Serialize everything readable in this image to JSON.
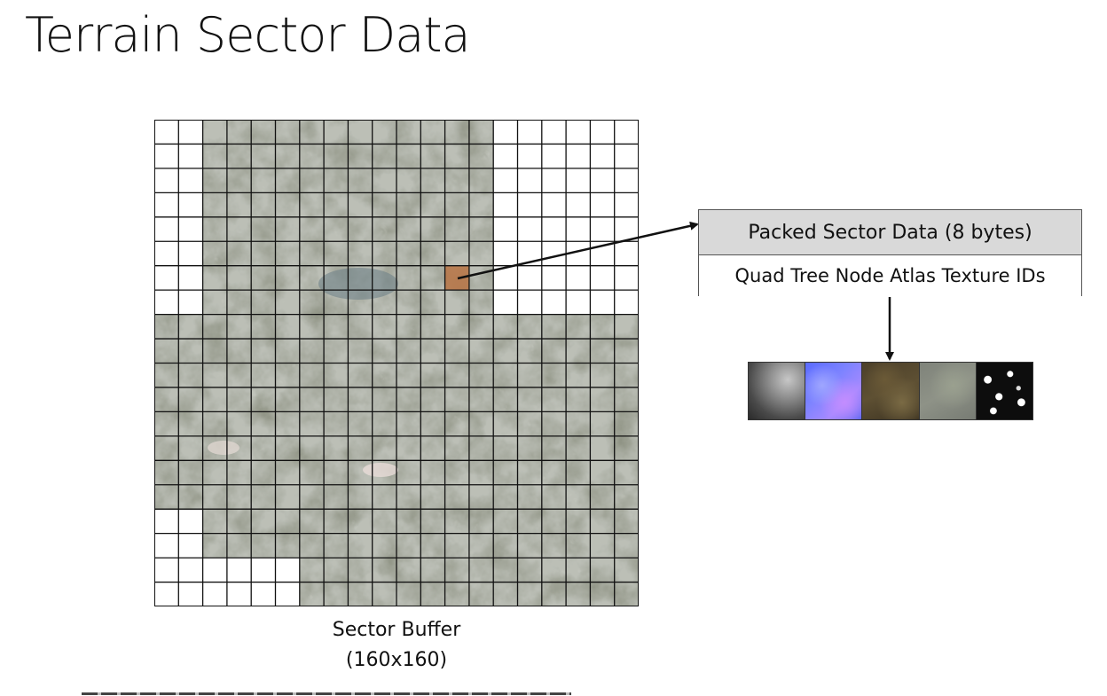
{
  "title": "Terrain Sector Data",
  "sector_buffer": {
    "caption_line1": "Sector Buffer",
    "caption_line2": "(160x160)",
    "highlight_color": "#b8784a"
  },
  "packed_box": {
    "header": "Packed Sector Data (8 bytes)",
    "body": "Quad Tree Node Atlas Texture IDs"
  },
  "textures": [
    "height-texture",
    "normal-texture",
    "color-texture",
    "detail-texture",
    "mask-texture"
  ]
}
